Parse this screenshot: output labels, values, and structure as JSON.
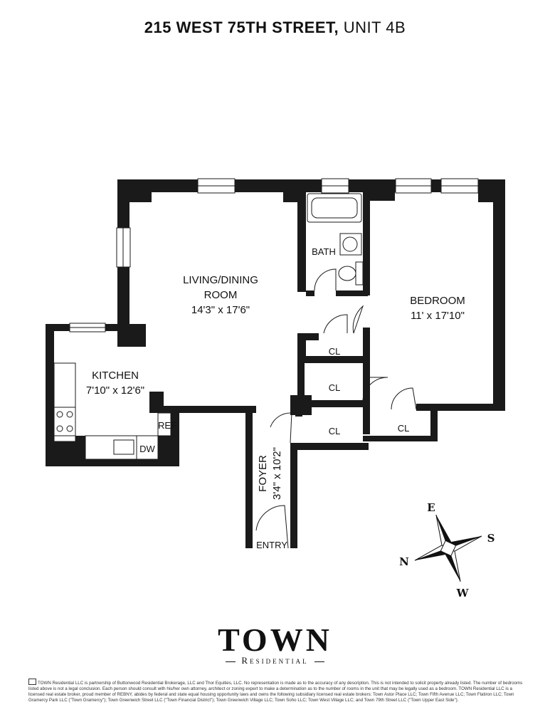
{
  "header": {
    "title_bold": "215 WEST 75TH STREET,",
    "title_regular": " UNIT 4B"
  },
  "rooms": {
    "living_line1": "LIVING/DINING",
    "living_line2": "ROOM",
    "living_dims": "14'3\" x 17'6\"",
    "bedroom_name": "BEDROOM",
    "bedroom_dims": "11' x 17'10\"",
    "kitchen_name": "KITCHEN",
    "kitchen_dims": "7'10\" x 12'6\"",
    "bath_name": "BATH",
    "closet_1": "CL",
    "closet_2": "CL",
    "closet_3": "CL",
    "closet_4": "CL",
    "ref": "REF",
    "dw": "DW",
    "foyer_name": "FOYER",
    "foyer_dims": "3'4\" x 10'2\"",
    "entry": "ENTRY"
  },
  "compass": {
    "n": "N",
    "e": "E",
    "s": "S",
    "w": "W"
  },
  "brand": {
    "name": "TOWN",
    "sub": "Residential"
  },
  "disclaimer": "TOWN Residential LLC is partnership of Buttonwood Residential Brokerage, LLC and Thor Equities, LLC. No representation is made as to the accuracy of any description. This is not intended to solicit property already listed. The number of bedrooms listed above is not a legal conclusion. Each person should consult with his/her own attorney, architect or zoning expert to make a determination as to the number of rooms in the unit that may be legally used as a bedroom. TOWN Residential LLC is a licensed real estate broker, proud member of REBNY, abides by federal and state equal housing opportunity laws and owns the following subsidiary licensed real estate brokers: Town Astor Place LLC; Town Fifth Avenue LLC; Town Flatiron LLC; Town Gramercy Park LLC (\"Town Gramercy\"); Town Greenwich Street LLC (\"Town Financial District\"); Town Greenwich Village LLC; Town Soho LLC; Town West Village LLC; and Town 79th Street LLC (\"Town Upper East Side\")."
}
